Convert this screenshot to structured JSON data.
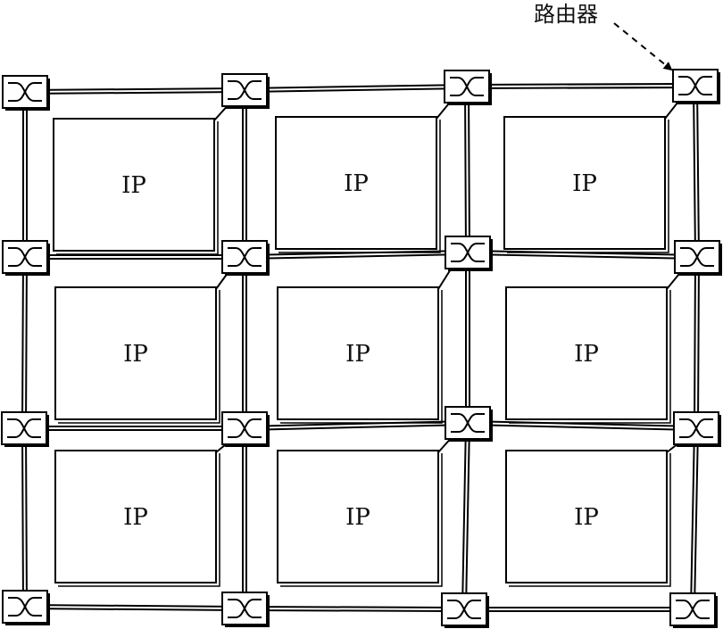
{
  "diagram": {
    "router_label": "路由器",
    "ip_label": "IP",
    "grid_rows": 3,
    "grid_cols": 3,
    "router_rows": 4,
    "router_cols": 4,
    "colors": {
      "line": "#000000",
      "background": "#ffffff"
    },
    "icons": {
      "router": "router-crossbar-icon",
      "callout": "dashed-arrow-icon"
    }
  }
}
